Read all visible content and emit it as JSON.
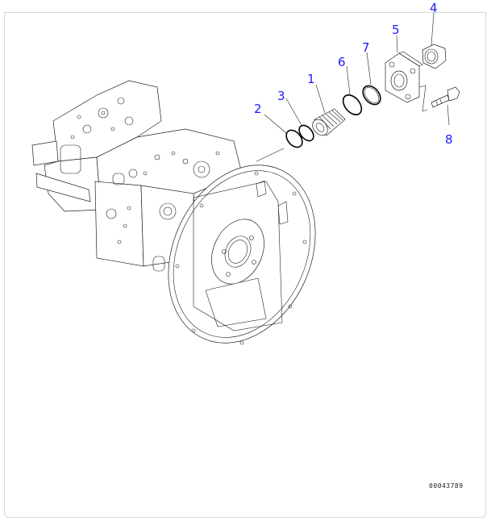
{
  "diagram": {
    "type": "exploded-parts-view",
    "subject": "hydraulic pump assembly with port fitting",
    "callouts": [
      {
        "id": "callout-1",
        "label": "1",
        "part": "threaded-sleeve"
      },
      {
        "id": "callout-2",
        "label": "2",
        "part": "o-ring"
      },
      {
        "id": "callout-3",
        "label": "3",
        "part": "o-ring"
      },
      {
        "id": "callout-4",
        "label": "4",
        "part": "nut"
      },
      {
        "id": "callout-5",
        "label": "5",
        "part": "flange"
      },
      {
        "id": "callout-6",
        "label": "6",
        "part": "o-ring"
      },
      {
        "id": "callout-7",
        "label": "7",
        "part": "backup-ring"
      },
      {
        "id": "callout-8",
        "label": "8",
        "part": "bolt"
      }
    ],
    "reference_code": "00043789",
    "callout_color": "#1a1aff",
    "frame_color": "#d6d6d6"
  }
}
